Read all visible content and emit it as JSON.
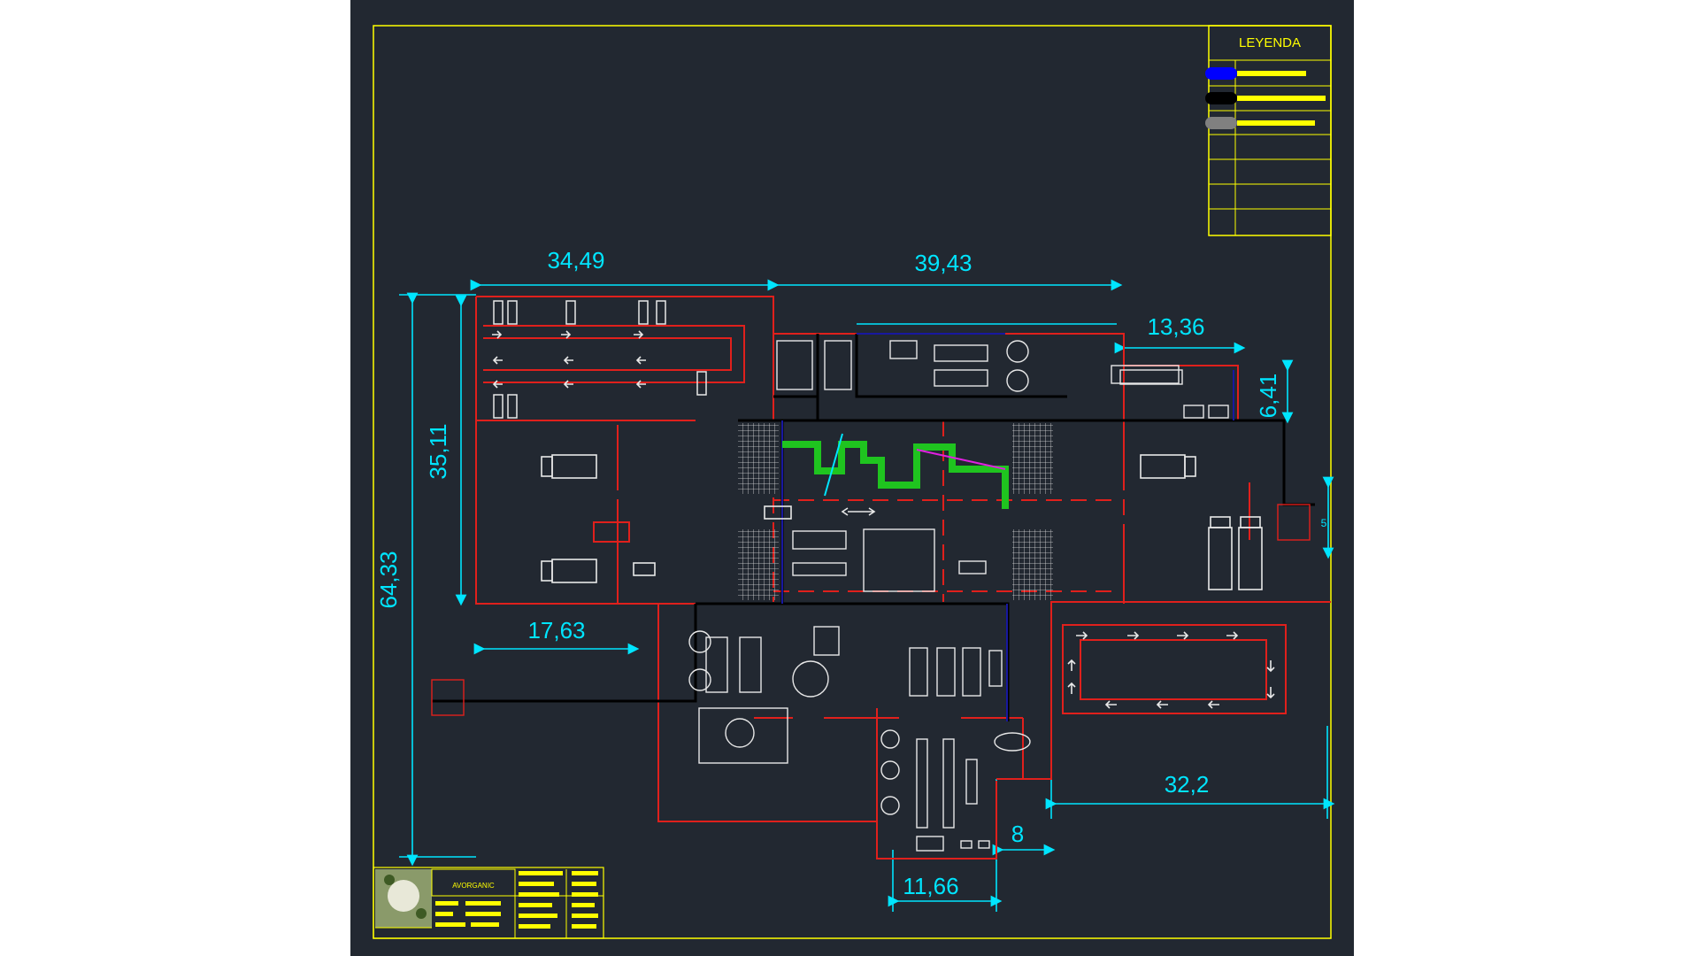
{
  "legend": {
    "title": "LEYENDA",
    "rows": [
      {
        "swatch_color": "#0000ff",
        "line_color": "#ffff00"
      },
      {
        "swatch_color": "#000000",
        "line_color": "#ffff00"
      },
      {
        "swatch_color": "#808080",
        "line_color": "#ffff00"
      }
    ]
  },
  "dimensions": {
    "top_left_width": "34,49",
    "top_mid_width": "39,43",
    "top_right_width": "13,36",
    "right_small_height": "6,41",
    "overall_height": "64,33",
    "left_block_height": "35,11",
    "left_bottom_width": "17,63",
    "right_bottom_width": "32,2",
    "bottom_gap": "8",
    "bottom_width": "11,66",
    "side_small": "5"
  },
  "title_block": {
    "company": "AVORGANIC"
  },
  "colors": {
    "background": "#222831",
    "frame": "#ffff00",
    "wall": "#e0201c",
    "dimension": "#00e5ff",
    "route_green": "#1fc41f",
    "route_magenta": "#e020e0",
    "furniture": "#e8e8e8"
  }
}
